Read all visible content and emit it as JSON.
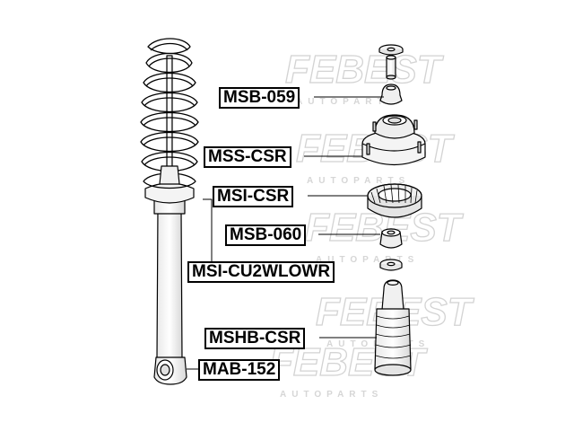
{
  "watermark": {
    "brand": "FEBEST",
    "sub": "AUTOPARTS",
    "color": "#d3d3d3"
  },
  "line_color": "#000000",
  "labels": {
    "msb059": "MSB-059",
    "msscsr": "MSS-CSR",
    "msicsr": "MSI-CSR",
    "msb060": "MSB-060",
    "msicu2wlowr": "MSI-CU2WLOWR",
    "mshbcsr": "MSHB-CSR",
    "mab152": "MAB-152"
  }
}
